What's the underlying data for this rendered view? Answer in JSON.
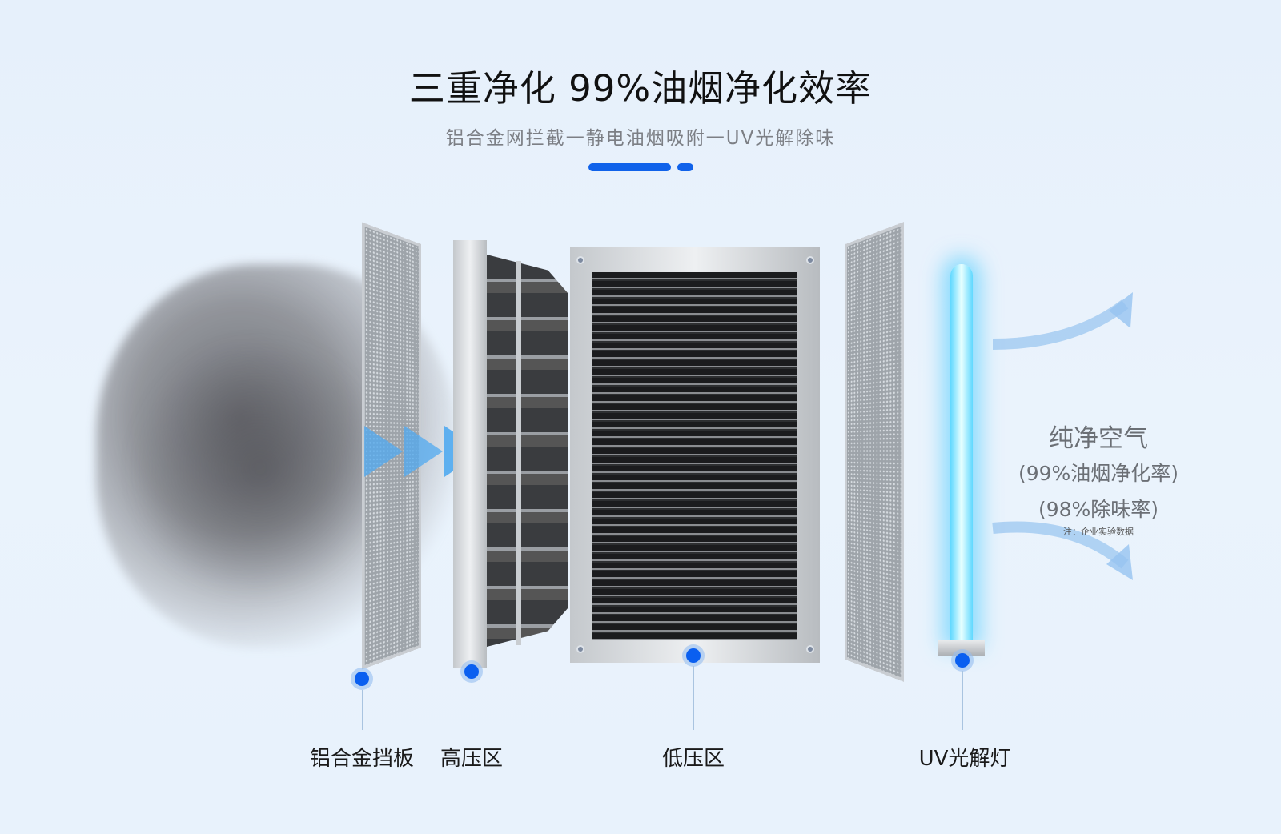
{
  "header": {
    "title": "三重净化 99%油烟净化效率",
    "subtitle": "铝合金网拦截一静电油烟吸附一UV光解除味"
  },
  "components": [
    {
      "label": "铝合金挡板",
      "icon": "aluminum-mesh-filter"
    },
    {
      "label": "高压区",
      "icon": "high-voltage-module"
    },
    {
      "label": "低压区",
      "icon": "low-voltage-plates"
    },
    {
      "label": "UV光解灯",
      "icon": "uv-lamp"
    }
  ],
  "result": {
    "title": "纯净空气",
    "line1": "(99%油烟净化率)",
    "line2": "(98%除味率)",
    "note": "注：企业实验数据"
  },
  "colors": {
    "accent": "#1062ea",
    "uv": "#5fd8ff"
  }
}
